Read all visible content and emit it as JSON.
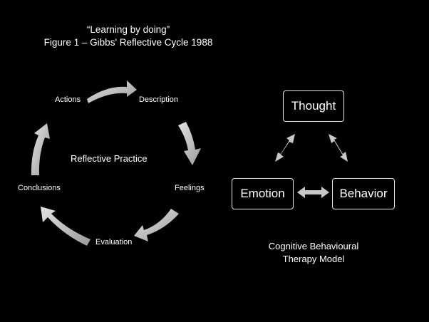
{
  "title": {
    "line1": "“Learning by doing”",
    "line2": "Figure 1 – Gibbs' Reflective Cycle 1988"
  },
  "cycle": {
    "center_label": "Reflective Practice",
    "stages": [
      "Description",
      "Feelings",
      "Evaluation",
      "Conclusions",
      "Actions"
    ]
  },
  "cbt": {
    "nodes": [
      "Thought",
      "Emotion",
      "Behavior"
    ],
    "caption_line1": "Cognitive Behavioural",
    "caption_line2": "Therapy Model"
  },
  "colors": {
    "background": "#000000",
    "arrow_fill": "#c8c8c8",
    "text": "#ffffff"
  }
}
